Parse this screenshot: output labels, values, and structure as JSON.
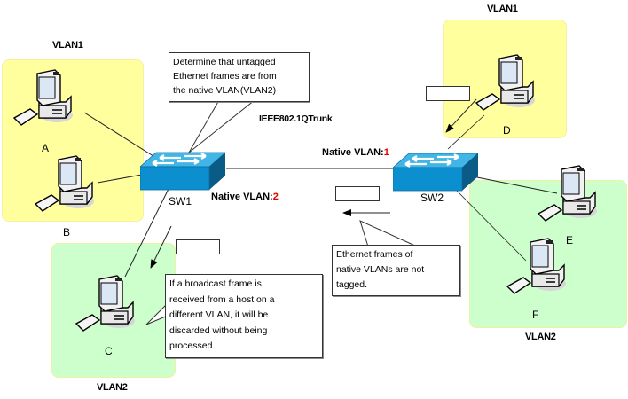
{
  "zones": {
    "vlan1_left": {
      "label": "VLAN1"
    },
    "vlan1_right": {
      "label": "VLAN1"
    },
    "vlan2_left": {
      "label": "VLAN2"
    },
    "vlan2_right": {
      "label": "VLAN2"
    }
  },
  "hosts": [
    {
      "id": "A",
      "label": "A",
      "vlan": "VLAN1"
    },
    {
      "id": "B",
      "label": "B",
      "vlan": "VLAN1"
    },
    {
      "id": "C",
      "label": "C",
      "vlan": "VLAN2"
    },
    {
      "id": "D",
      "label": "D",
      "vlan": "VLAN1"
    },
    {
      "id": "E",
      "label": "E",
      "vlan": "VLAN2"
    },
    {
      "id": "F",
      "label": "F",
      "vlan": "VLAN2"
    }
  ],
  "switches": {
    "sw1": {
      "label": "SW1",
      "native_prefix": "Native VLAN:",
      "native_value": "2"
    },
    "sw2": {
      "label": "SW2",
      "native_prefix": "Native VLAN:",
      "native_value": "1"
    }
  },
  "trunk": {
    "label": "IEEE802.1QTrunk"
  },
  "callouts": {
    "sw1_determine": {
      "lines": [
        "Determine that untagged",
        "Ethernet frames are from",
        "the native VLAN(VLAN2)"
      ]
    },
    "sw1_discard": {
      "lines": [
        "If a broadcast frame is",
        "received from a host on a",
        "different VLAN, it will be",
        "discarded without being",
        "processed."
      ]
    },
    "sw2_untagged": {
      "lines": [
        "Ethernet frames of",
        "native VLANs are not",
        "tagged."
      ]
    }
  },
  "colors": {
    "vlan1_fill": "#ffff99",
    "vlan2_fill": "#ccffcc",
    "switch_blue": "#1a9bd7",
    "native_number": "#e00000"
  }
}
